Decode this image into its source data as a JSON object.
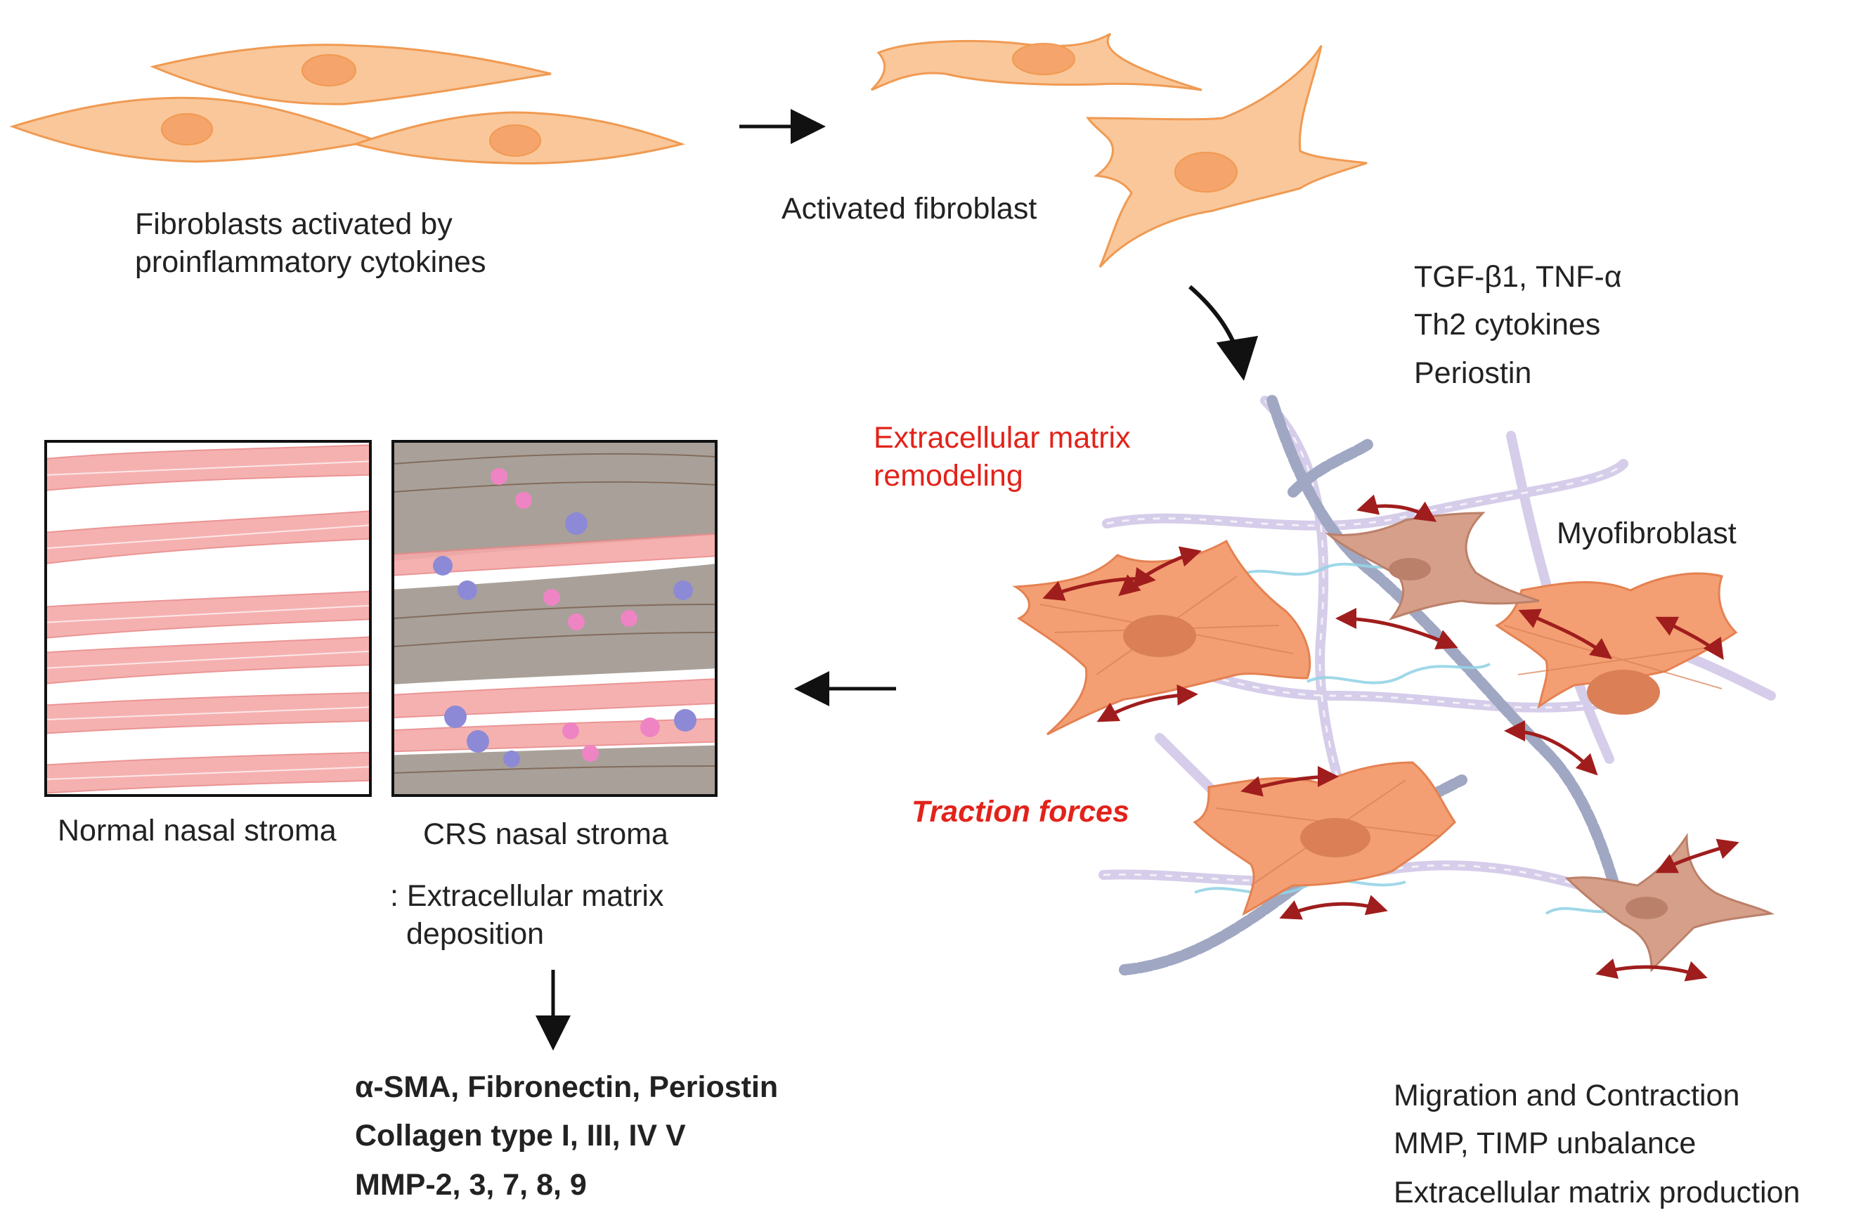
{
  "labels": {
    "fibroblasts_activated": [
      "Fibroblasts activated by",
      "proinflammatory cytokines"
    ],
    "activated_fibroblast": "Activated fibroblast",
    "factors": [
      "TGF-β1, TNF-α",
      "Th2 cytokines",
      "Periostin"
    ],
    "ecm_remodeling": [
      "Extracellular matrix",
      "remodeling"
    ],
    "myofibroblast": "Myofibroblast",
    "traction_forces": "Traction forces",
    "normal_stroma": "Normal nasal stroma",
    "crs_stroma": "CRS nasal stroma",
    "ecm_deposition": [
      ": Extracellular matrix",
      "deposition"
    ],
    "markers": [
      "α-SMA, Fibronectin, Periostin",
      "Collagen type I, III, IV V",
      "MMP-2, 3, 7, 8, 9"
    ],
    "processes": [
      "Migration and Contraction",
      "MMP, TIMP unbalance",
      "Extracellular matrix production"
    ]
  },
  "colors": {
    "fibroblast_fill": "#f9c79a",
    "fibroblast_stroke": "#f09a52",
    "nucleus": "#f5a46b",
    "myofibroblast_fill": "#f39a6c",
    "myofibroblast_dark": "#d9794e",
    "myofibroblast_brown": "#d49a84",
    "traction_arrow": "#9b1111",
    "accent_red": "#e2231a",
    "stroma_pink": "#f4a9a8",
    "collagen_gray": "#8c8177",
    "immune_purple": "#8c8ad6",
    "immune_pink": "#ef84c4"
  }
}
